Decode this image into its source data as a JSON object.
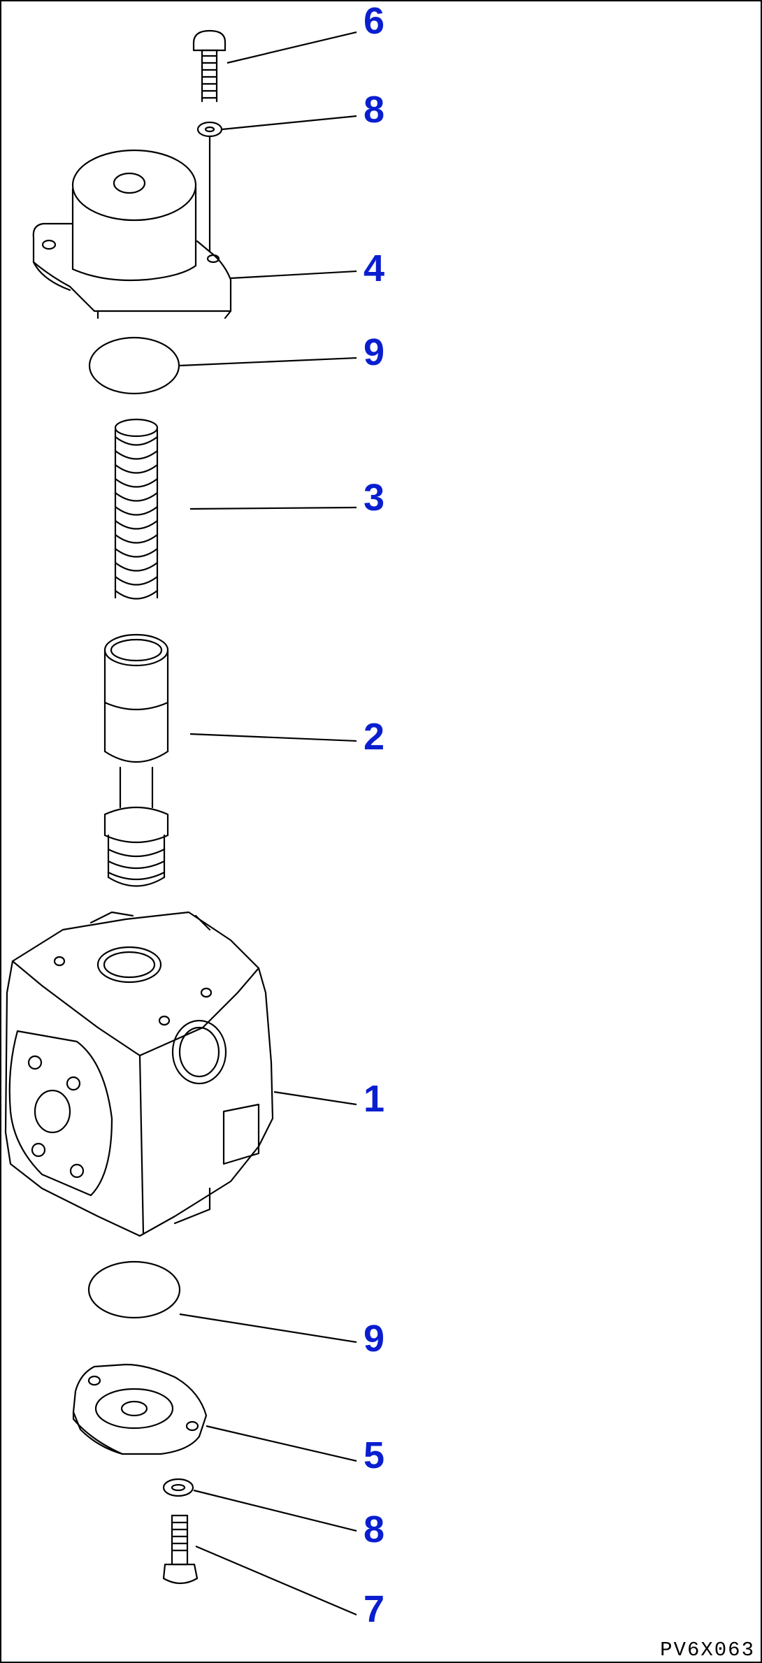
{
  "callouts": [
    "6",
    "8",
    "4",
    "9",
    "3",
    "2",
    "1",
    "9",
    "5",
    "8",
    "7"
  ],
  "figure_code": "PV6X063",
  "colors": {
    "callout": "#0a1ecf",
    "line": "#000000",
    "background": "#ffffff"
  }
}
